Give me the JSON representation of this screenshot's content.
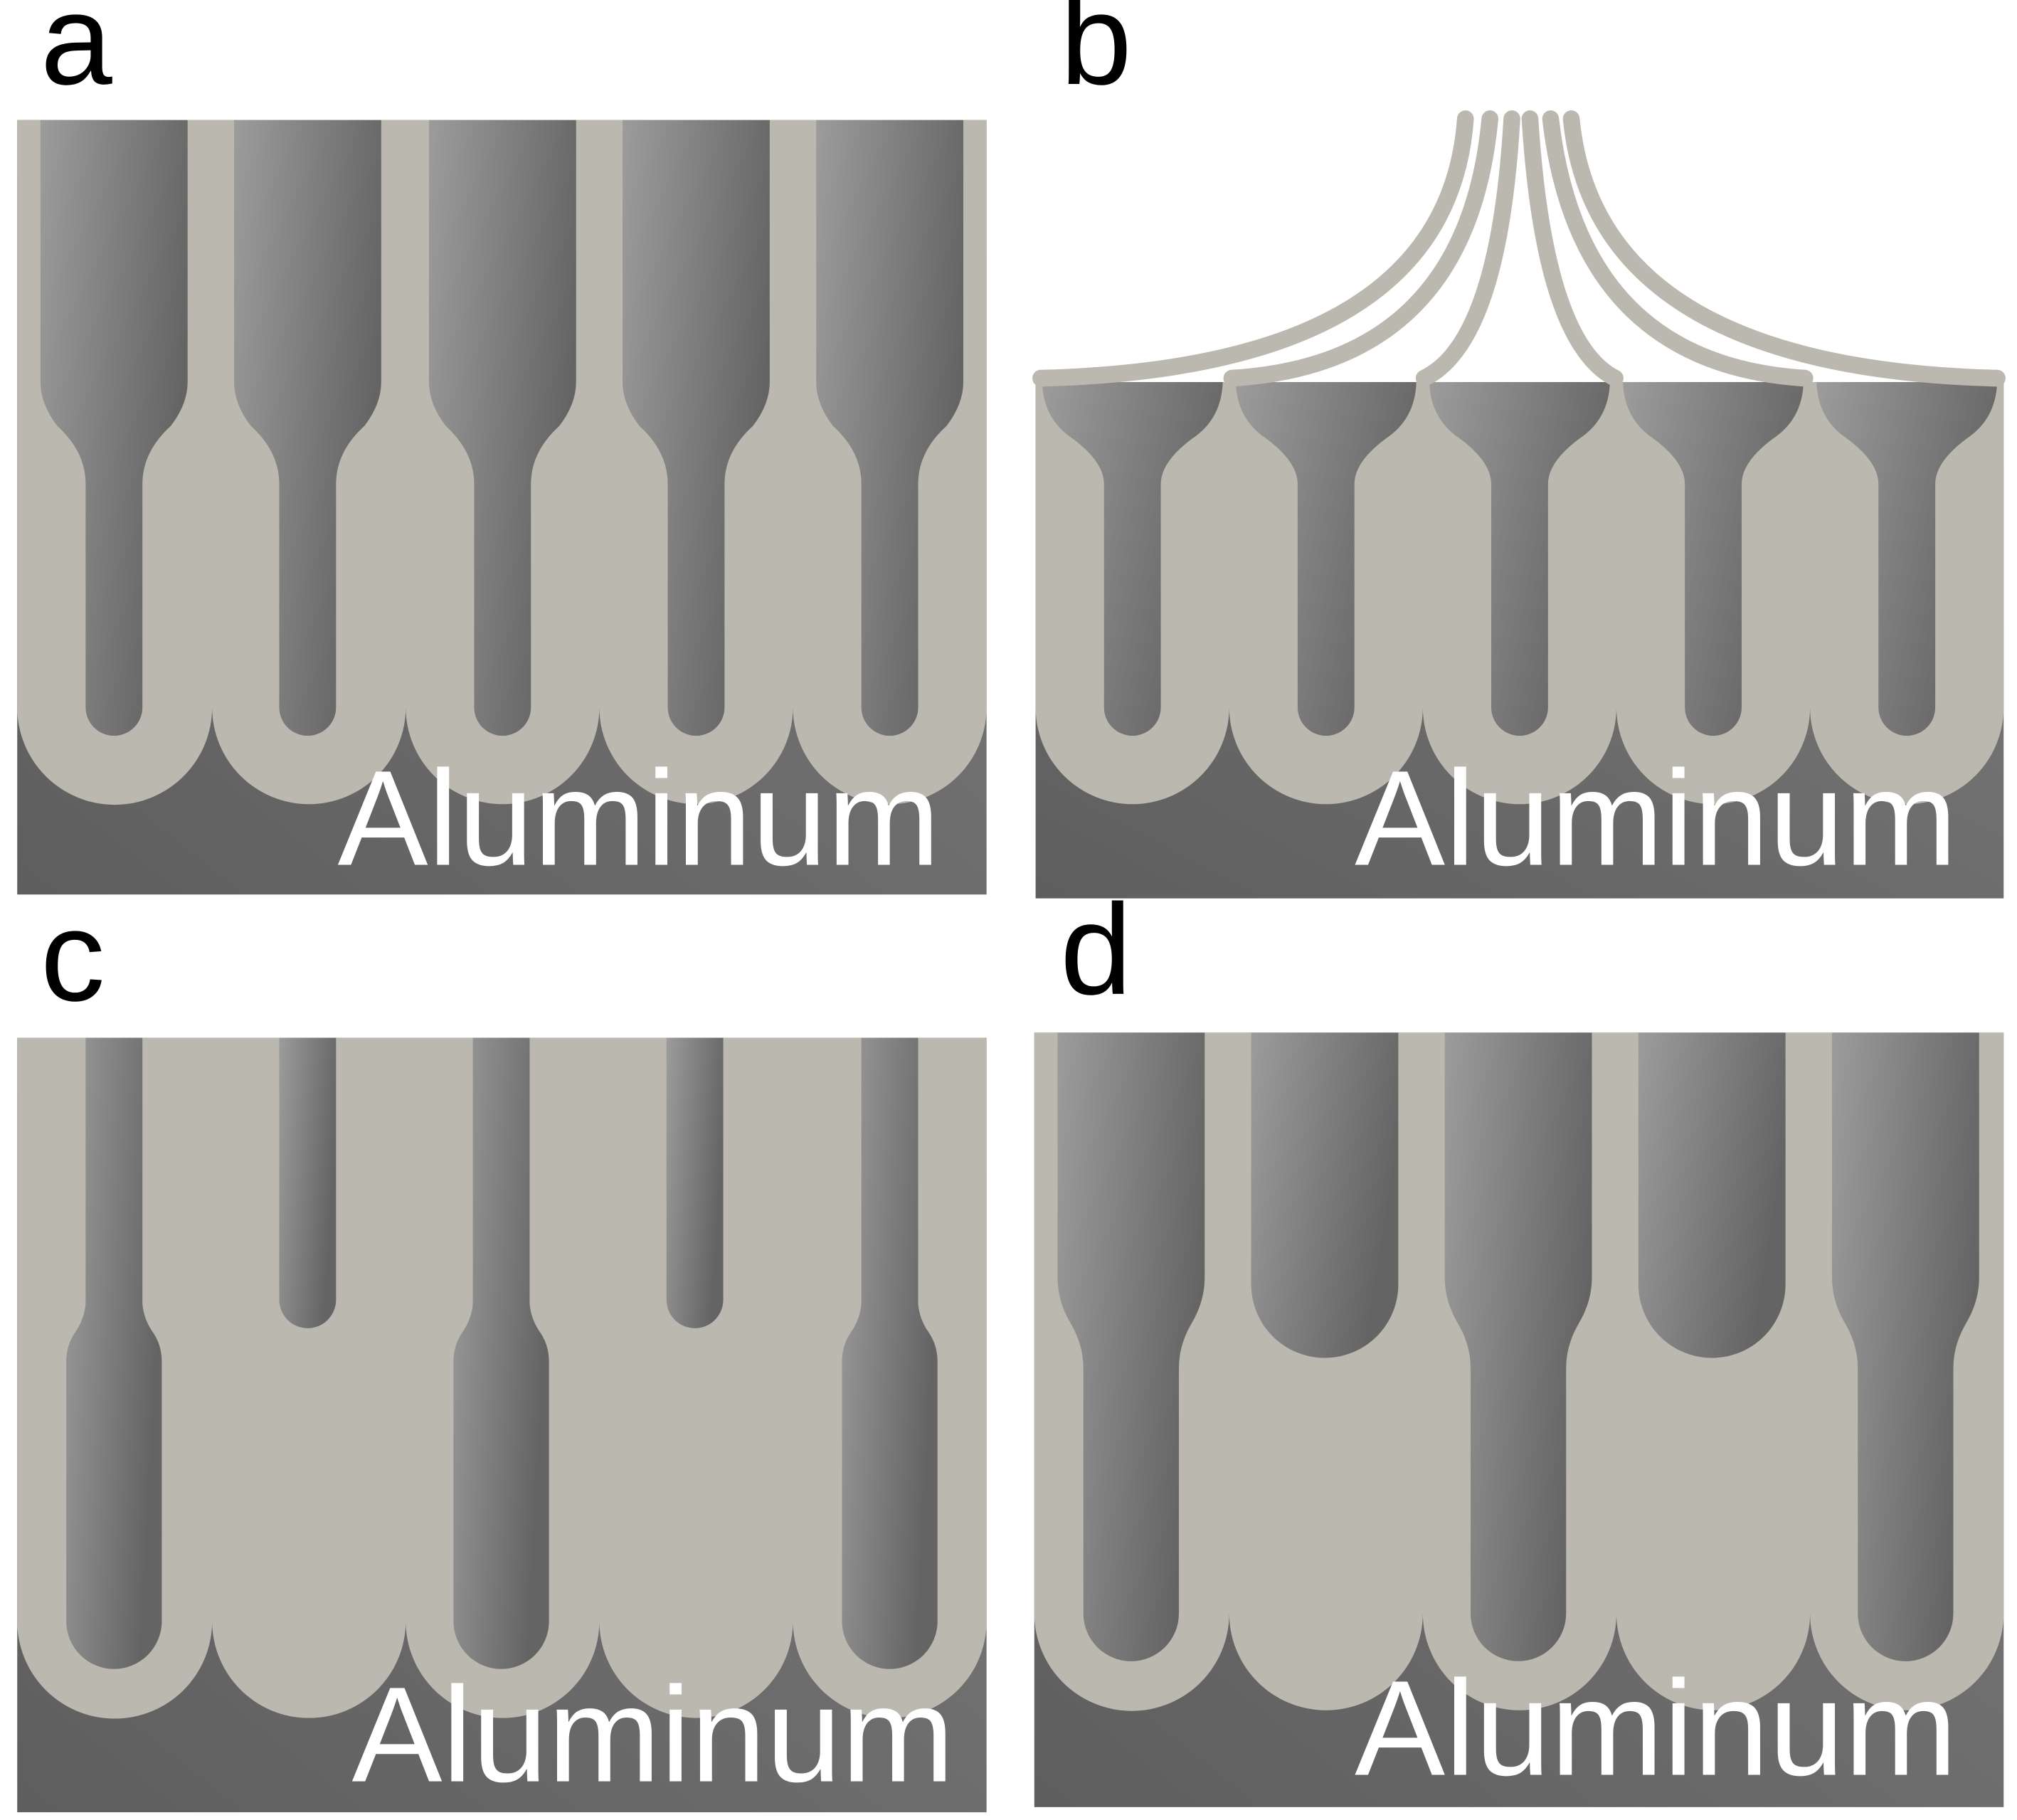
{
  "figure": {
    "panels": [
      {
        "id": "a",
        "letter": "a",
        "substrate_label": "Aluminum"
      },
      {
        "id": "b",
        "letter": "b",
        "substrate_label": "Aluminum"
      },
      {
        "id": "c",
        "letter": "c",
        "substrate_label": "Aluminum"
      },
      {
        "id": "d",
        "letter": "d",
        "substrate_label": "Aluminum"
      }
    ]
  },
  "colors": {
    "oxide": "#bbb8b0",
    "pore_dark": "#646464",
    "pore_light": "#9c9c9c",
    "aluminum_dark": "#5e5e5e",
    "aluminum_light": "#7c7c7c",
    "label": "#ffffff"
  }
}
